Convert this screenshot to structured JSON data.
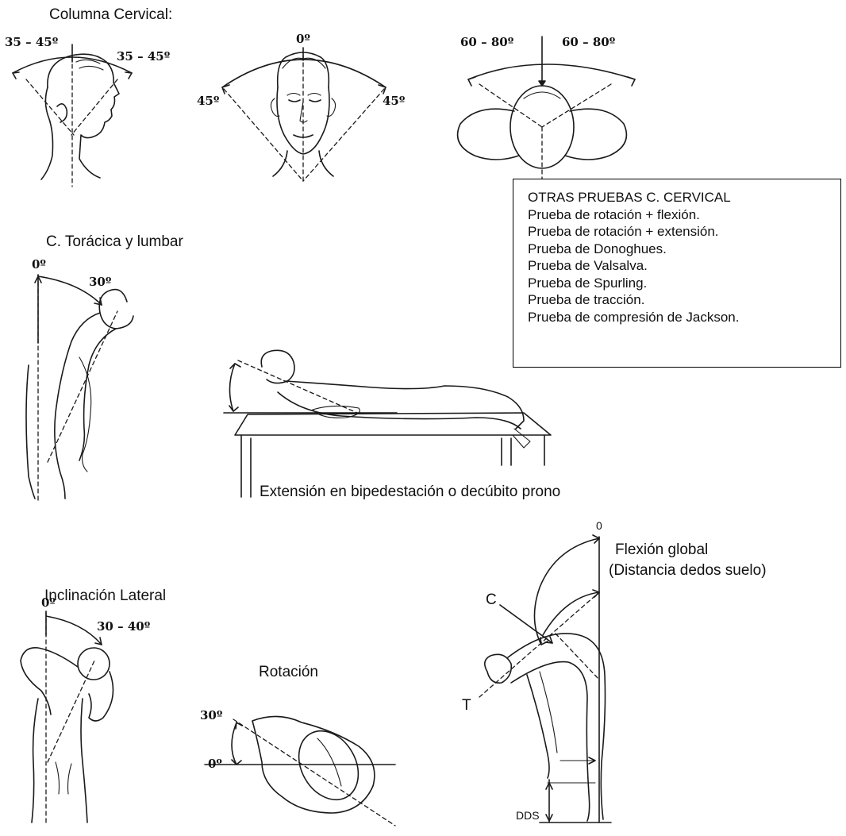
{
  "headings": {
    "cervical": "Columna Cervical:",
    "thoracic_lumbar": "C. Torácica y lumbar",
    "extension": "Extensión en bipedestación o decúbito prono",
    "lateral": "Inclinación Lateral",
    "rotation": "Rotación",
    "global_flexion": "Flexión global",
    "global_flexion_sub": "(Distancia dedos suelo)"
  },
  "angles": {
    "cerv_flex_left": "35 – 45º",
    "cerv_flex_right": "35 – 45º",
    "cerv_front_top": "0º",
    "cerv_front_left": "45º",
    "cerv_front_right": "45º",
    "cerv_rot_left": "60 – 80º",
    "cerv_rot_right": "60 – 80º",
    "thor_zero": "0º",
    "thor_thirty": "30º",
    "lat_zero": "0º",
    "lat_range": "30 – 40º",
    "rot_thirty": "30º",
    "rot_zero": "0º",
    "flex_zero": "0"
  },
  "markers": {
    "c": "C",
    "t": "T",
    "dds": "DDS"
  },
  "other_tests": {
    "title": "OTRAS PRUEBAS C. CERVICAL",
    "items": [
      "Prueba de rotación + flexión.",
      "Prueba de rotación + extensión.",
      "Prueba de Donoghues.",
      "Prueba de Valsalva.",
      "Prueba de Spurling.",
      "Prueba de tracción.",
      "Prueba de compresión de Jackson."
    ]
  }
}
